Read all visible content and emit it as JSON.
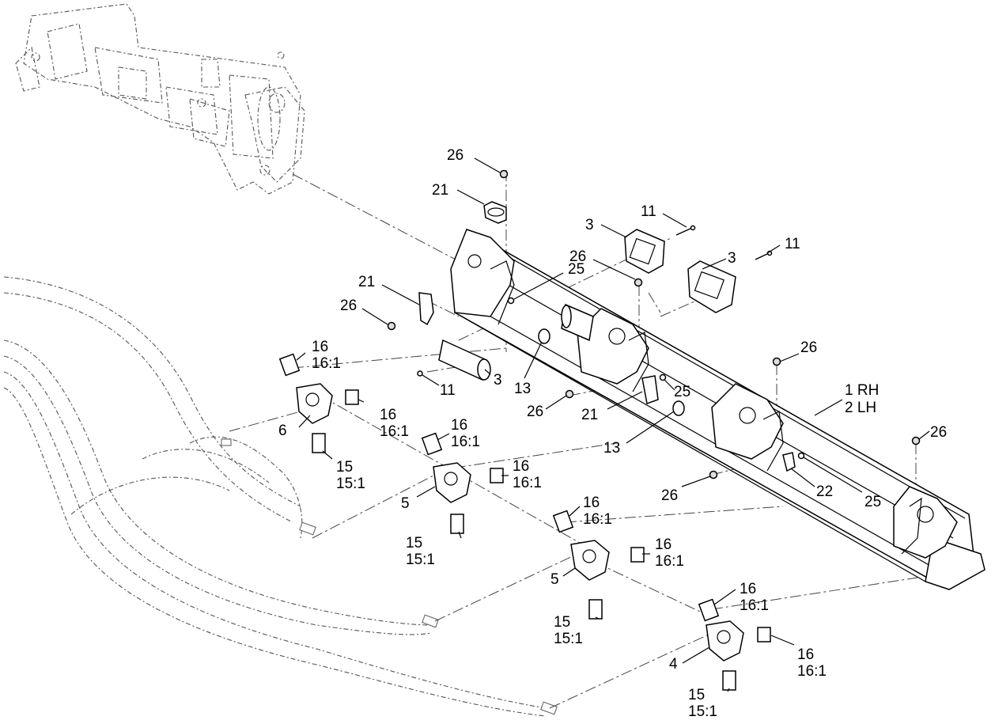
{
  "callouts": {
    "c26a": "26",
    "c21a": "21",
    "c11a": "11",
    "c3a": "3",
    "c11b": "11",
    "c3b": "3",
    "c26b": "26",
    "c25a": "25",
    "c21b": "21",
    "c26c": "26",
    "c16a": "16",
    "c16a_r": "16:1",
    "c11c": "11",
    "c3c": "3",
    "c13a": "13",
    "c16b": "16",
    "c16b_r": "16:1",
    "c6": "6",
    "c15a": "15",
    "c15a_r": "15:1",
    "c26d": "26",
    "c21c": "21",
    "c25b": "25",
    "c13b": "13",
    "c26e": "26",
    "c1": "1 RH",
    "c2": "2 LH",
    "c16c": "16",
    "c16c_r": "16:1",
    "c16d": "16",
    "c16d_r": "16:1",
    "c5a": "5",
    "c15b": "15",
    "c15b_r": "15:1",
    "c26f": "26",
    "c26g": "26",
    "c22": "22",
    "c25c": "25",
    "c16e": "16",
    "c16e_r": "16:1",
    "c16f": "16",
    "c16f_r": "16:1",
    "c5b": "5",
    "c15c": "15",
    "c15c_r": "15:1",
    "c16g": "16",
    "c16g_r": "16:1",
    "c16h": "16",
    "c16h_r": "16:1",
    "c4": "4",
    "c15d": "15",
    "c15d_r": "15:1"
  }
}
